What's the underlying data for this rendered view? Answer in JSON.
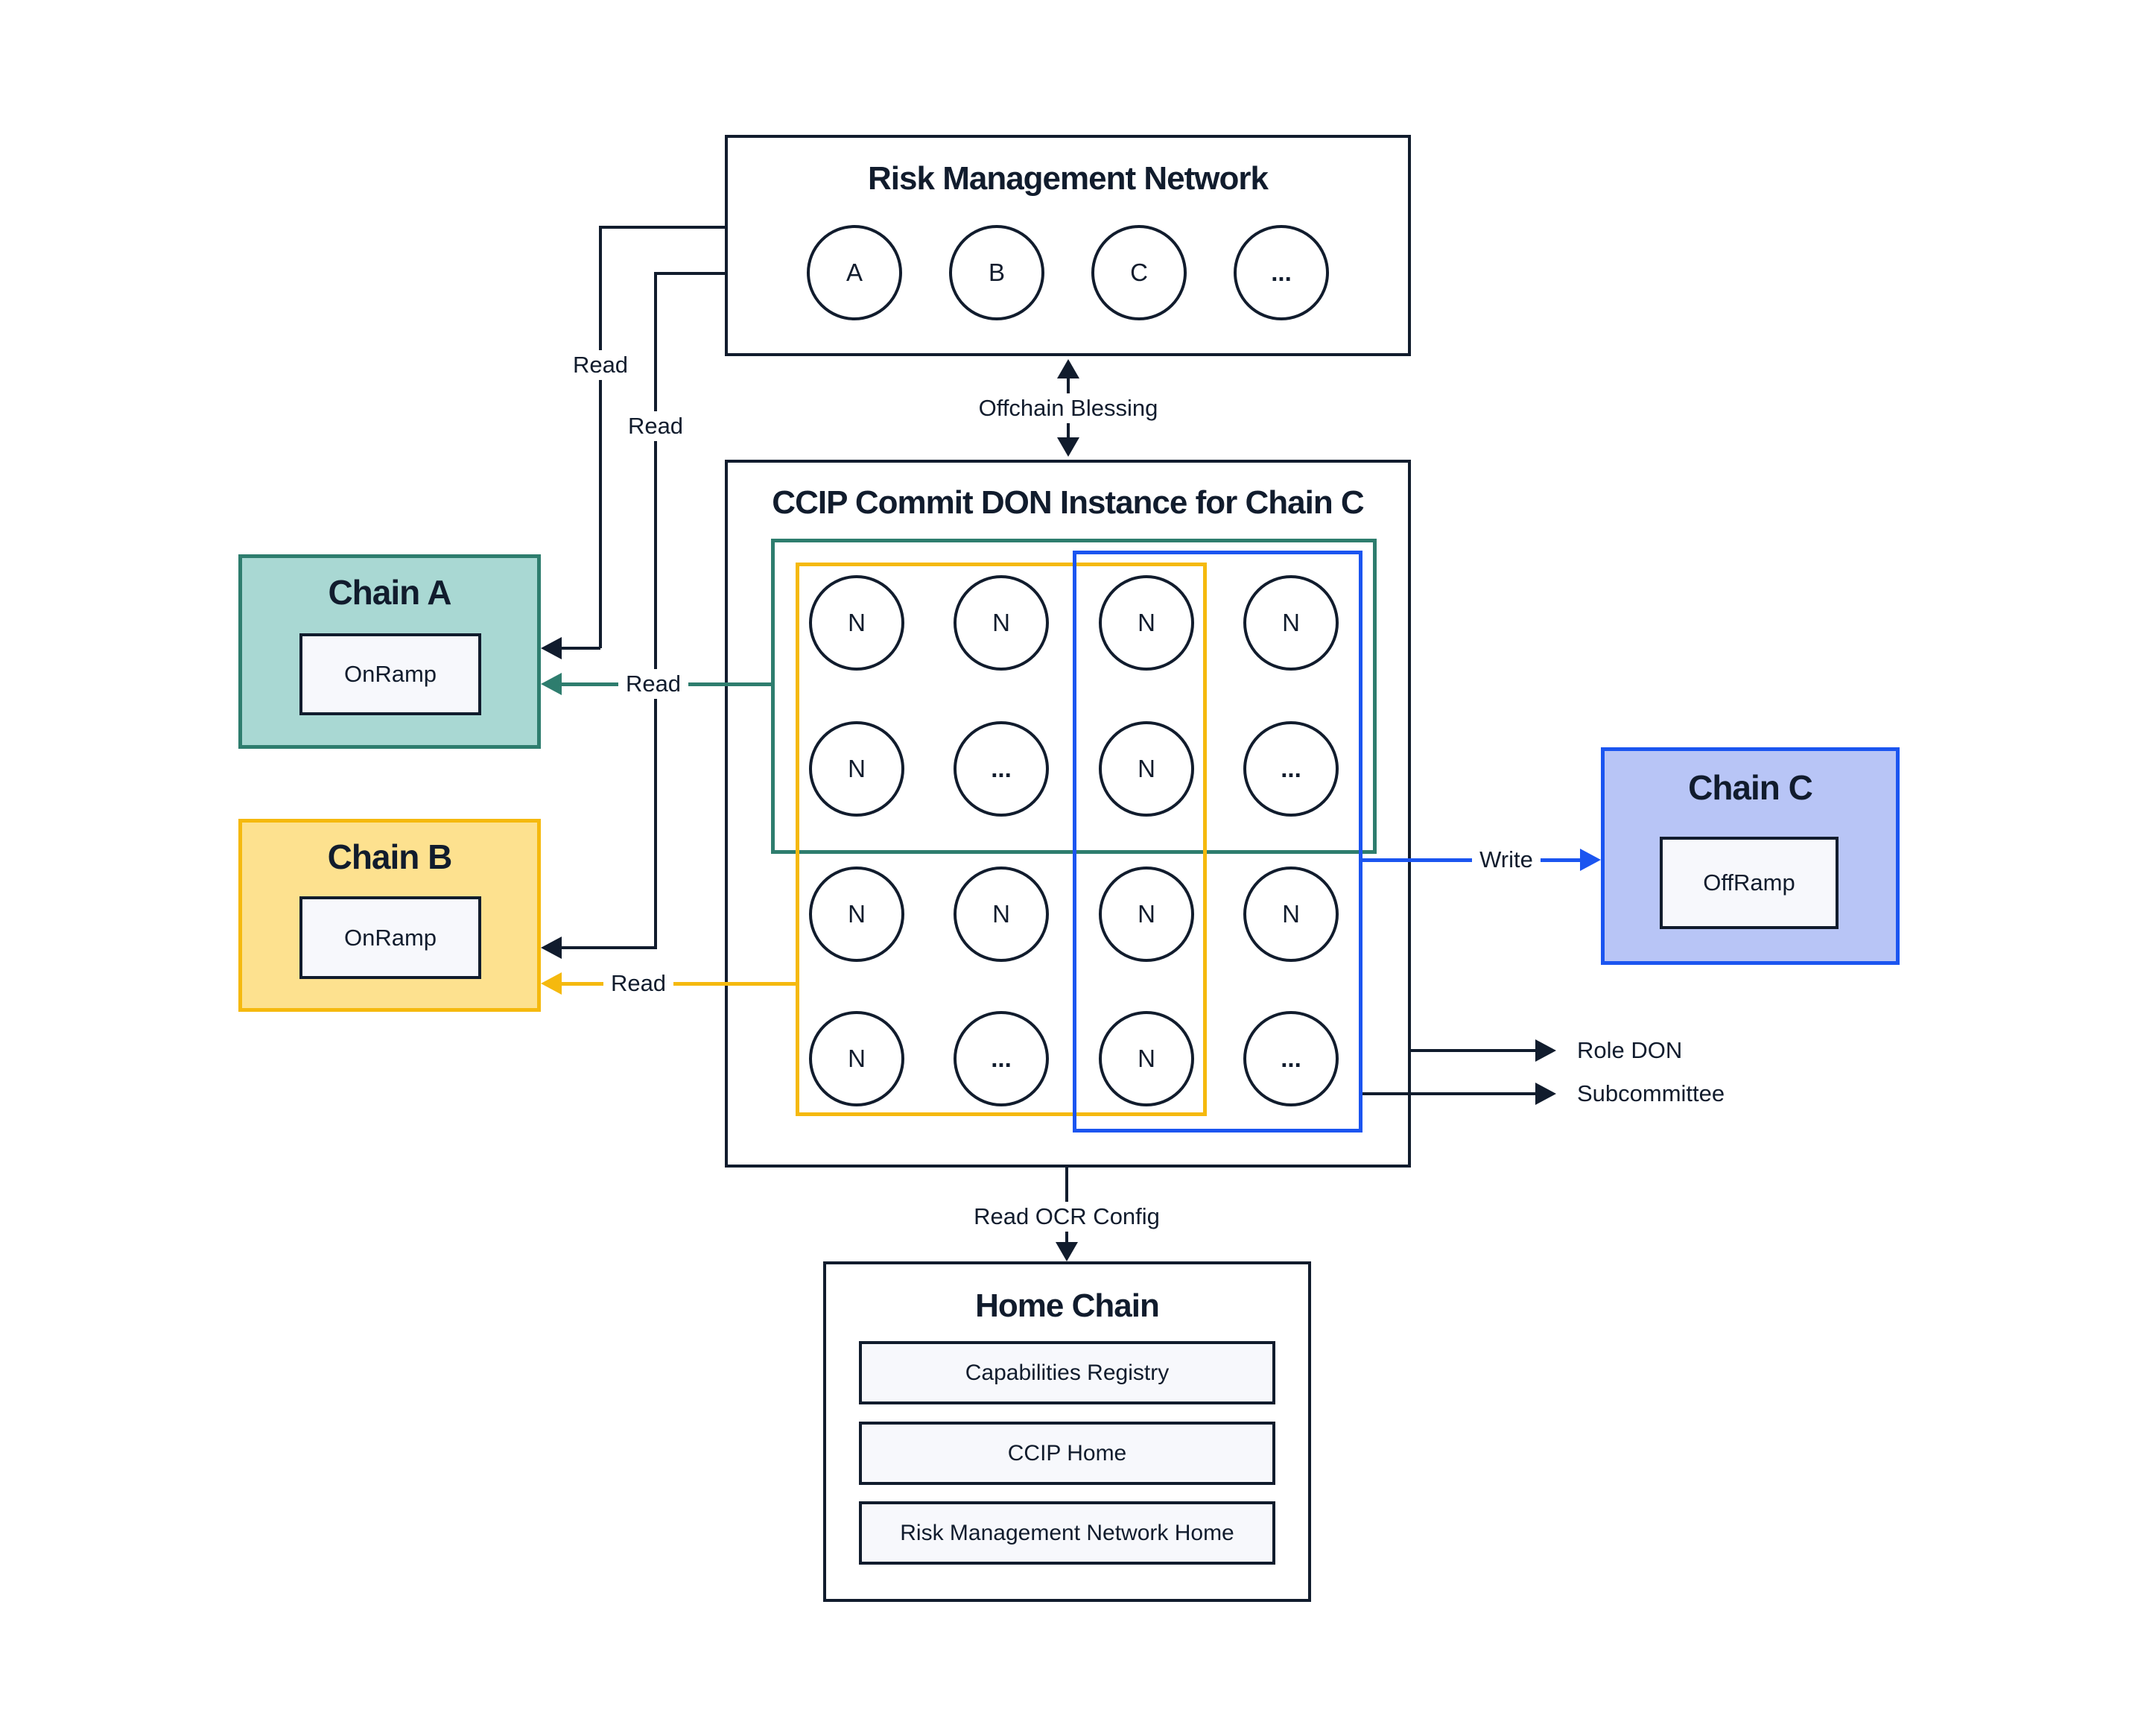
{
  "colors": {
    "ink": "#111c2d",
    "teal_border": "#2e7d6e",
    "teal_fill": "#a9d8d3",
    "gold_border": "#f5b90e",
    "gold_fill": "#fde18f",
    "blue_border": "#1b55f0",
    "blue_fill": "#b8c5f6",
    "panel_fill": "#f7f8fc",
    "background": "#ffffff"
  },
  "rmn": {
    "title": "Risk Management Network",
    "nodes": [
      "A",
      "B",
      "C",
      "..."
    ]
  },
  "ccip": {
    "title": "CCIP Commit DON Instance for Chain C",
    "grid_nodes": [
      "N",
      "N",
      "N",
      "N",
      "N",
      "...",
      "N",
      "...",
      "N",
      "N",
      "N",
      "N",
      "N",
      "...",
      "N",
      "..."
    ]
  },
  "chain_a": {
    "title": "Chain A",
    "component": "OnRamp"
  },
  "chain_b": {
    "title": "Chain B",
    "component": "OnRamp"
  },
  "chain_c": {
    "title": "Chain C",
    "component": "OffRamp"
  },
  "home_chain": {
    "title": "Home Chain",
    "components": [
      "Capabilities Registry",
      "CCIP Home",
      "Risk Management Network Home"
    ]
  },
  "labels": {
    "offchain_blessing": "Offchain Blessing",
    "read_rmn_to_a": "Read",
    "read_rmn_to_b": "Read",
    "read_don_to_a": "Read",
    "read_don_to_b": "Read",
    "write": "Write",
    "role_don": "Role DON",
    "subcommittee": "Subcommittee",
    "read_ocr_config": "Read OCR Config"
  }
}
